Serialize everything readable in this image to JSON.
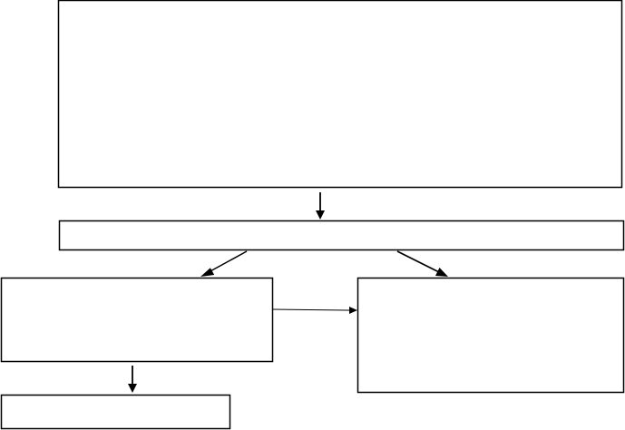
{
  "diagram": {
    "type": "flowchart",
    "line_color": "#000000",
    "background_color": "#ffffff",
    "nodes": [
      {
        "id": "top-box",
        "text": ""
      },
      {
        "id": "middle-bar",
        "text": ""
      },
      {
        "id": "left-box",
        "text": ""
      },
      {
        "id": "right-box",
        "text": ""
      },
      {
        "id": "bottom-left-box",
        "text": ""
      }
    ],
    "edges": [
      {
        "from": "top-box",
        "to": "middle-bar"
      },
      {
        "from": "middle-bar",
        "to": "left-box"
      },
      {
        "from": "middle-bar",
        "to": "right-box"
      },
      {
        "from": "left-box",
        "to": "right-box"
      },
      {
        "from": "left-box",
        "to": "bottom-left-box"
      }
    ]
  }
}
